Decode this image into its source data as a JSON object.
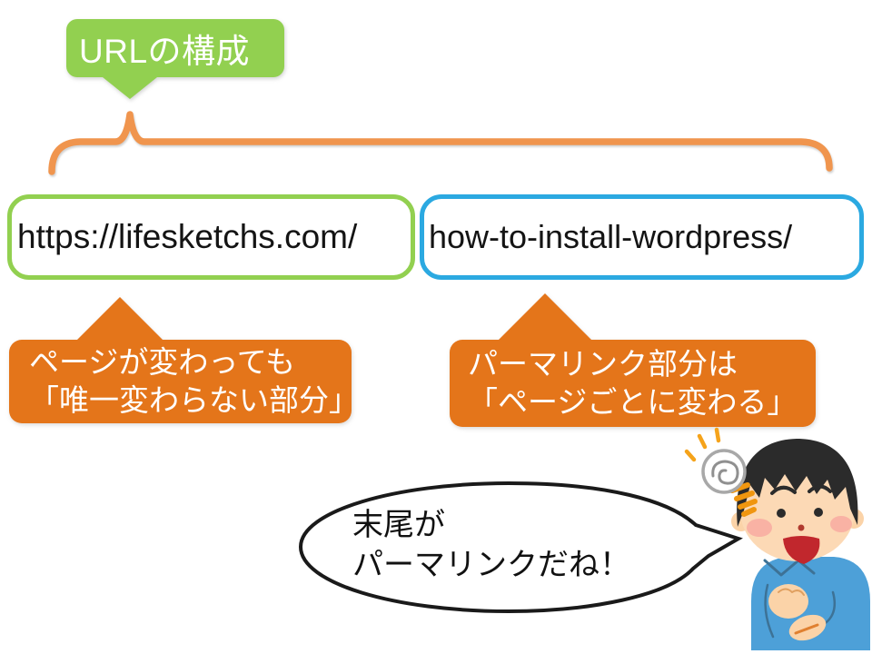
{
  "title_callout": {
    "label": "URLの構成"
  },
  "url_parts": {
    "domain": {
      "text": "https://lifesketchs.com/"
    },
    "permalink": {
      "text": "how-to-install-wordpress/"
    }
  },
  "notes": {
    "domain_note": {
      "line1": "ページが変わっても",
      "line2": "「唯一変わらない部分」"
    },
    "permalink_note": {
      "line1": "パーマリンク部分は",
      "line2": "「ページごとに変わる」"
    }
  },
  "speech_bubble": {
    "line1": "末尾が",
    "line2": "パーマリンクだね！"
  },
  "colors": {
    "green": "#92D050",
    "blue": "#2BA9E1",
    "orange_brace": "#F0954E",
    "orange_note": "#E4751A",
    "sweater_blue": "#4DA0D8",
    "skin": "#FCD9B5",
    "mouth_red": "#C1272D"
  },
  "icons": {
    "lightbulb": "idea-lightbulb",
    "person": "man-having-idea"
  }
}
